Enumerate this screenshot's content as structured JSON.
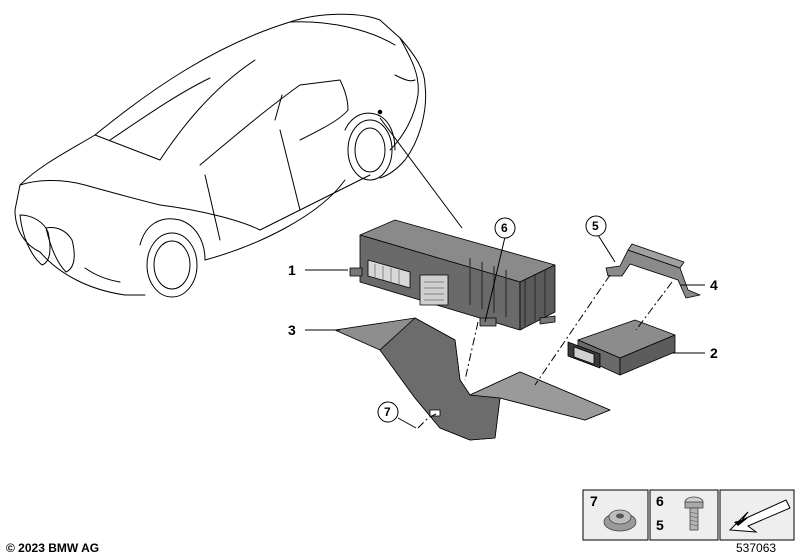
{
  "callouts": {
    "c1": "1",
    "c2": "2",
    "c3": "3",
    "c4": "4",
    "c5": "5",
    "c6": "6",
    "c7": "7"
  },
  "legend": {
    "box1_num": "7",
    "box2_num_top": "6",
    "box2_num_bottom": "5"
  },
  "footer": {
    "copyright": "© 2023 BMW AG",
    "diagram_id": "537063"
  },
  "colors": {
    "line": "#000000",
    "part_fill": "#6f6f6f",
    "part_dark": "#4a4a4a",
    "legend_bg": "#eeeeee"
  }
}
